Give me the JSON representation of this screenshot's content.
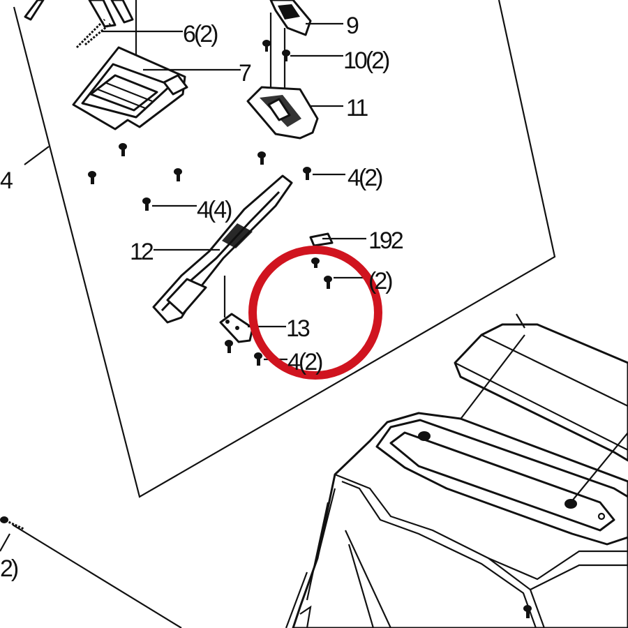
{
  "labels": {
    "l6": "6(2)",
    "l7": "7",
    "l9": "9",
    "l10": "10(2)",
    "l11": "11",
    "l4a": "4(2)",
    "l4b": "4(4)",
    "l12": "12",
    "l192": "192",
    "l2": "(2)",
    "l13": "13",
    "l4c": "4(2)",
    "l4edge": "4",
    "l2edge": "2)"
  },
  "highlight": {
    "color": "#d0141f"
  }
}
